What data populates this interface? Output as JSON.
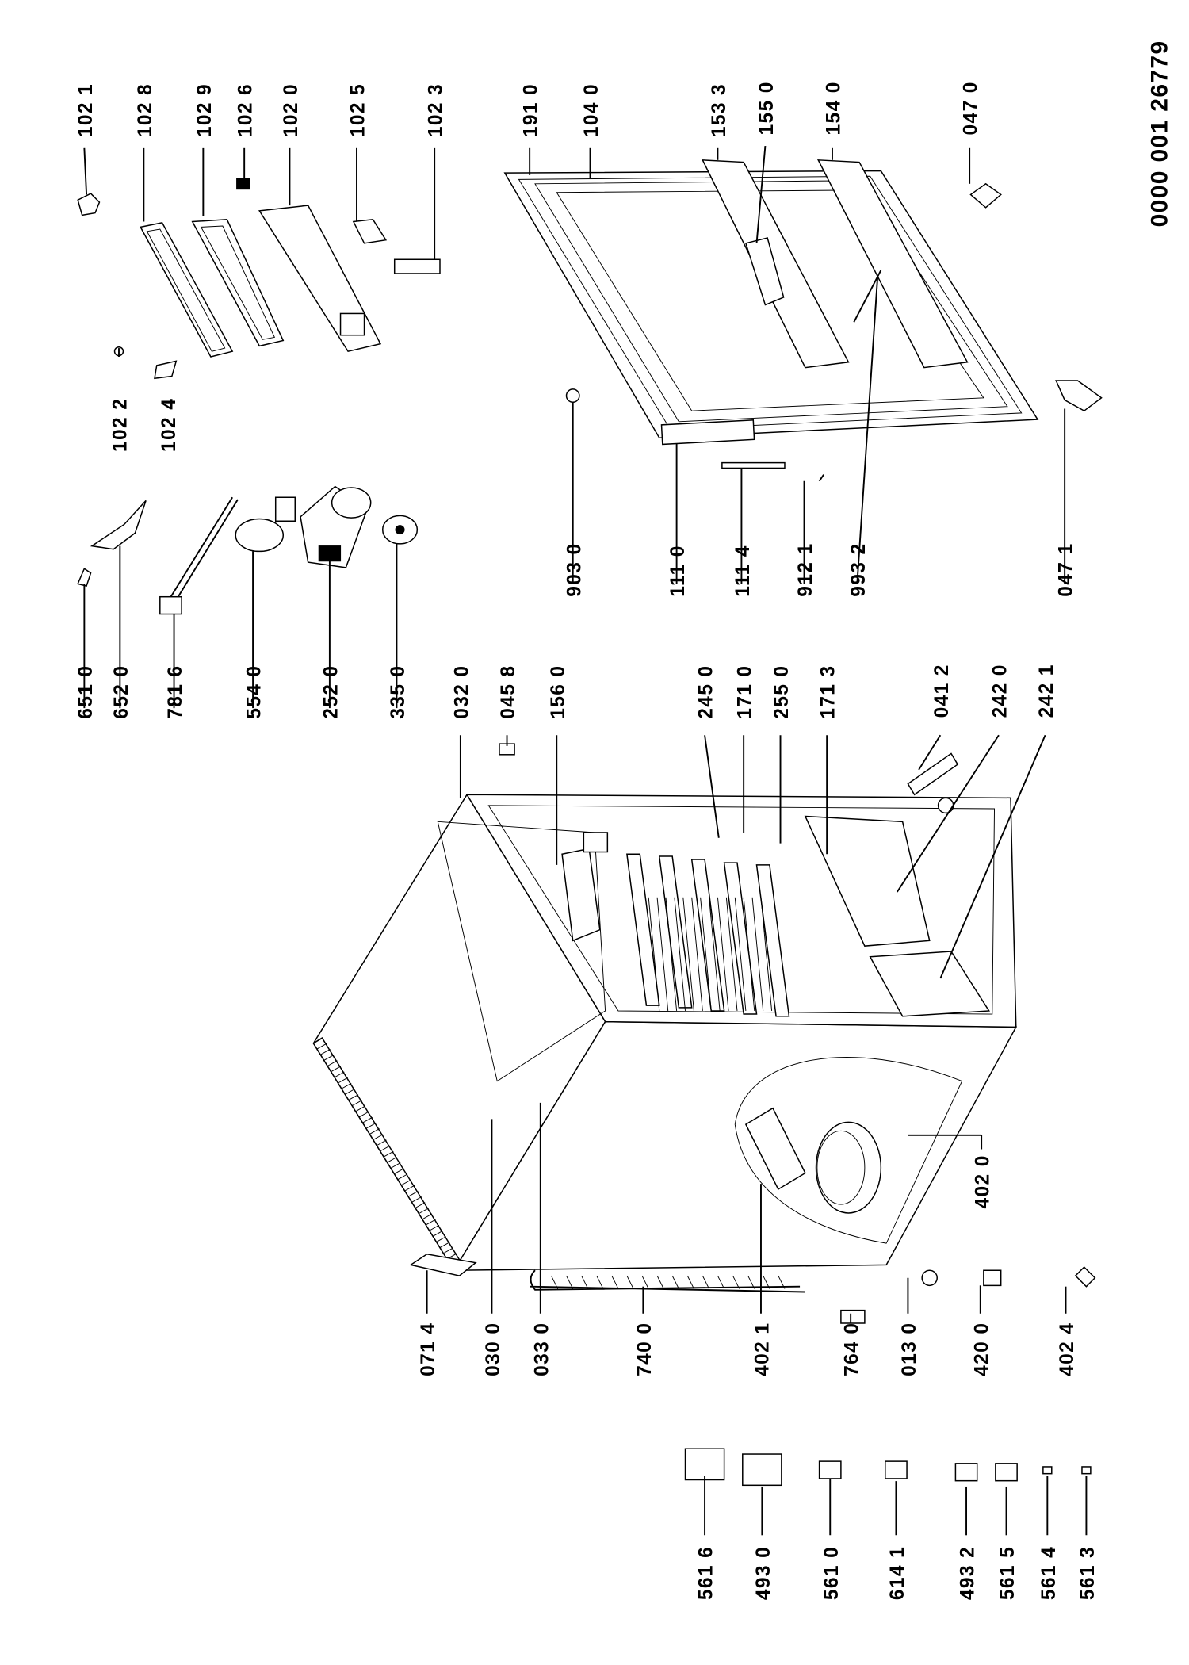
{
  "diagram": {
    "document_number": "0000 001 26779",
    "part_labels": [
      "102 1",
      "102 8",
      "102 9",
      "102 6",
      "102 0",
      "102 5",
      "102 3",
      "191 0",
      "104 0",
      "153 3",
      "155 0",
      "154 0",
      "047 0",
      "102 2",
      "102 4",
      "651 0",
      "652 0",
      "781 6",
      "554 0",
      "252 0",
      "335 0",
      "032 0",
      "045 8",
      "156 0",
      "245 0",
      "171 0",
      "255 0",
      "171 3",
      "041 2",
      "242 0",
      "242 1",
      "903 0",
      "111 0",
      "111 4",
      "912 1",
      "993 2",
      "047 1",
      "071 4",
      "030 0",
      "033 0",
      "740 0",
      "402 1",
      "764 0",
      "013 0",
      "420 0",
      "402 4",
      "402 0",
      "561 6",
      "493 0",
      "561 0",
      "614 1",
      "493 2",
      "561 5",
      "561 4",
      "561 3"
    ]
  }
}
